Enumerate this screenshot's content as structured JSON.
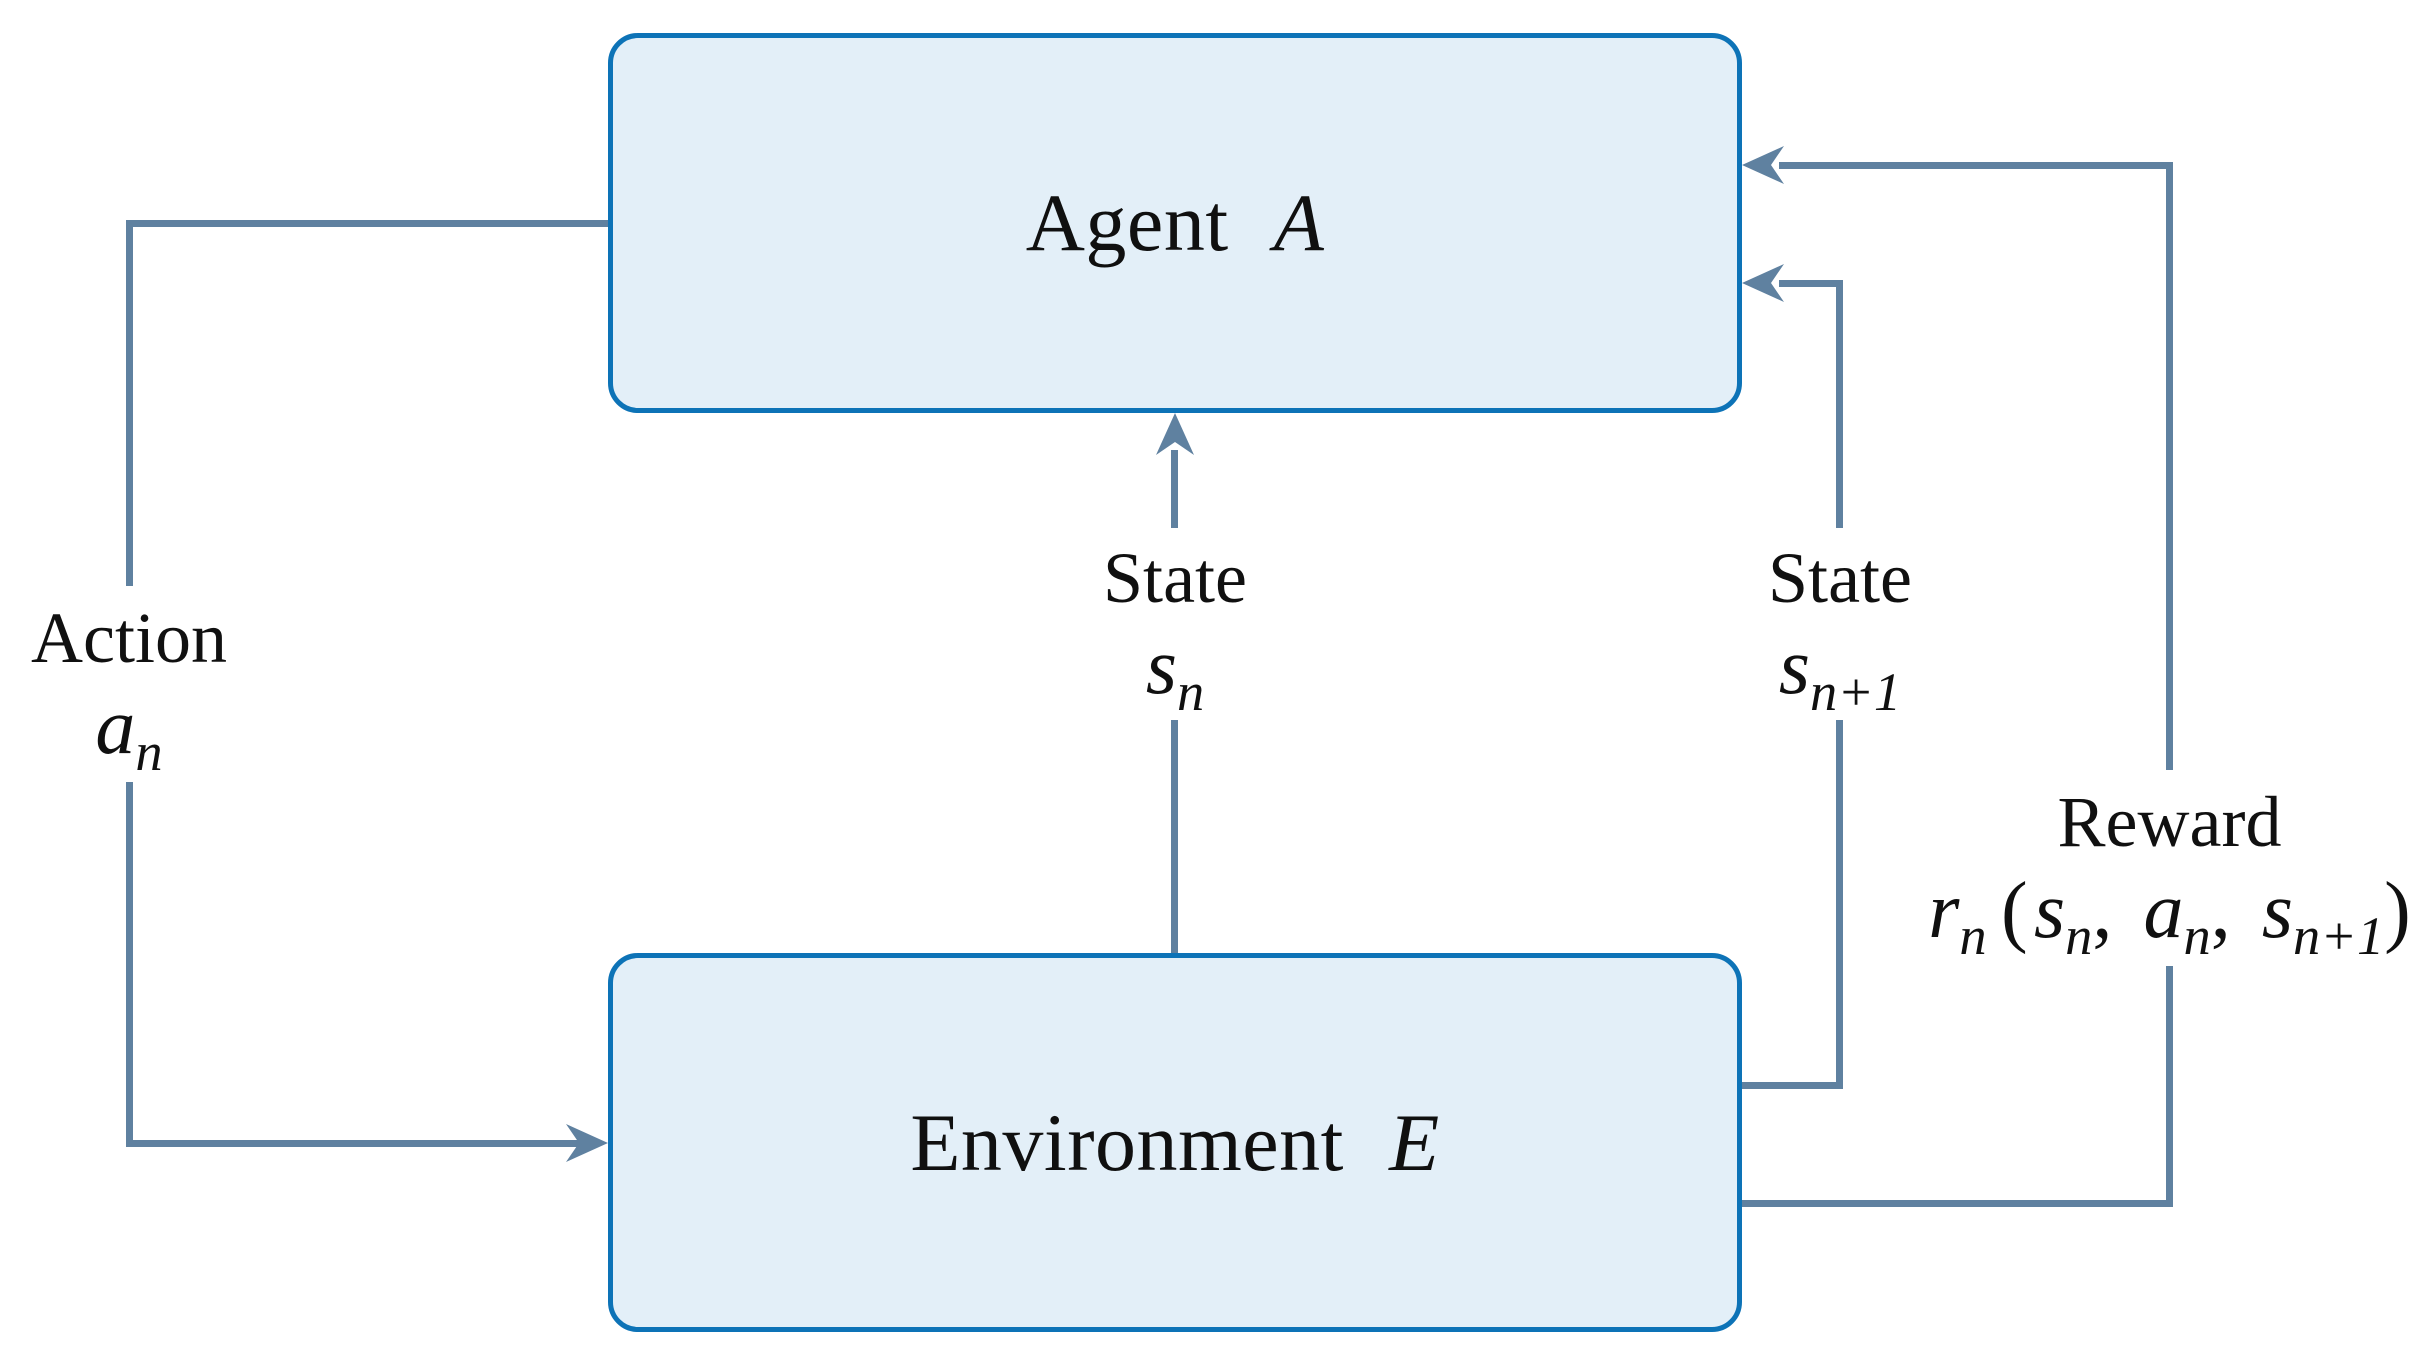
{
  "diagram_type": "reinforcement-learning-loop",
  "colors": {
    "box_border": "#0D73B7",
    "box_fill": "#E3EFF8",
    "connector": "#5F81A0",
    "text": "#101010"
  },
  "nodes": {
    "agent": {
      "label": "Agent",
      "symbol": "A"
    },
    "environment": {
      "label": "Environment",
      "symbol": "E"
    }
  },
  "edges": {
    "action": {
      "title": "Action",
      "var": "a",
      "sub": "n",
      "from": "Agent A",
      "to": "Environment E"
    },
    "state_n": {
      "title": "State",
      "var": "s",
      "sub": "n",
      "from": "Environment E",
      "to": "Agent A"
    },
    "state_n_plus_1": {
      "title": "State",
      "var": "s",
      "sub": "n+1",
      "from": "Environment E",
      "to": "Agent A"
    },
    "reward": {
      "title": "Reward",
      "formula": {
        "r": "r",
        "rsub": "n",
        "open": "(",
        "s1": "s",
        "s1sub": "n",
        "sep1": ", ",
        "a": "a",
        "asub": "n",
        "sep2": ", ",
        "s2": "s",
        "s2sub": "n+1",
        "close": ")"
      },
      "from": "Environment E",
      "to": "Agent A"
    }
  }
}
